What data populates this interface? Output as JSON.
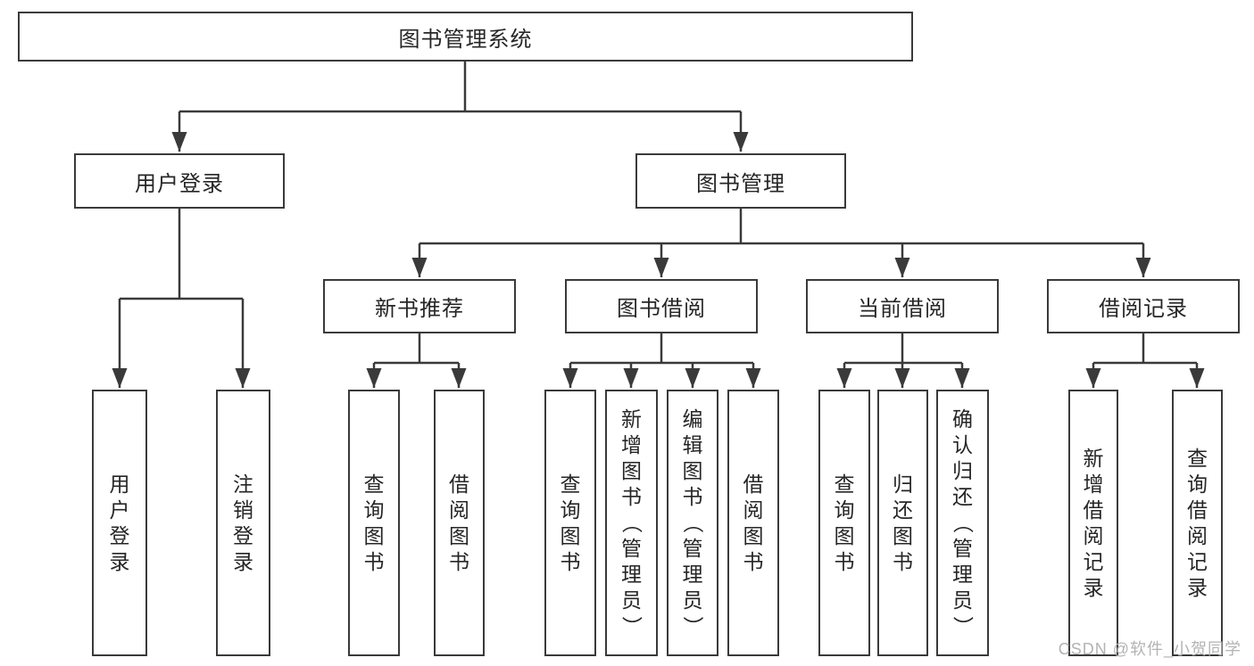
{
  "diagram": {
    "title": "图书管理系统",
    "level2": {
      "login": "用户登录",
      "manage": "图书管理"
    },
    "level3": {
      "newbook": "新书推荐",
      "borrow": "图书借阅",
      "current": "当前借阅",
      "records": "借阅记录"
    },
    "leaves": {
      "login": [
        "用户登录",
        "注销登录"
      ],
      "newbook": [
        "查询图书",
        "借阅图书"
      ],
      "borrow": [
        "查询图书",
        "新增图书（管理员）",
        "编辑图书（管理员）",
        "借阅图书"
      ],
      "current": [
        "查询图书",
        "归还图书",
        "确认归还（管理员）"
      ],
      "records": [
        "新增借阅记录",
        "查询借阅记录"
      ]
    },
    "watermark": "CSDN @软件_小贺同学",
    "colors": {
      "line": "#3a3a3a",
      "text": "#262626",
      "box_fill": "#ffffff",
      "background": "#ffffff",
      "watermark": "#b3b3b3"
    }
  }
}
